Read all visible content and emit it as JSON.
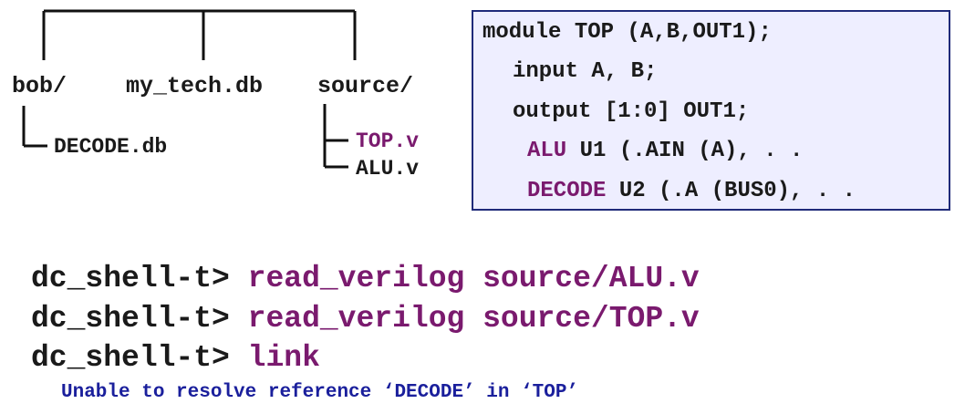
{
  "tree": {
    "dirs": [
      {
        "label": "bob/"
      },
      {
        "label": "my_tech.db"
      },
      {
        "label": "source/"
      }
    ],
    "bob_children": [
      "DECODE.db"
    ],
    "source_children": [
      {
        "label": "TOP.v",
        "color": "#7a1a6e"
      },
      {
        "label": "ALU.v",
        "color": "#1a1a1a"
      }
    ]
  },
  "code": {
    "line1": "module TOP (A,B,OUT1);",
    "line2": "input A, B;",
    "line3": "output [1:0] OUT1;",
    "line4_inst": "ALU",
    "line4_rest": " U1 (.AIN (A), . .",
    "line5_inst": "DECODE",
    "line5_rest": " U2 (.A (BUS0), . .",
    "box_bg": "#eeeeff",
    "box_border": "#1f2a7a"
  },
  "shell": {
    "prompt": "dc_shell-t>",
    "commands": [
      "read_verilog source/ALU.v",
      "read_verilog source/TOP.v",
      "link"
    ],
    "error": "Unable to resolve reference ‘DECODE’ in ‘TOP’",
    "command_color": "#7a1a6e",
    "error_color": "#1a1f9c"
  }
}
